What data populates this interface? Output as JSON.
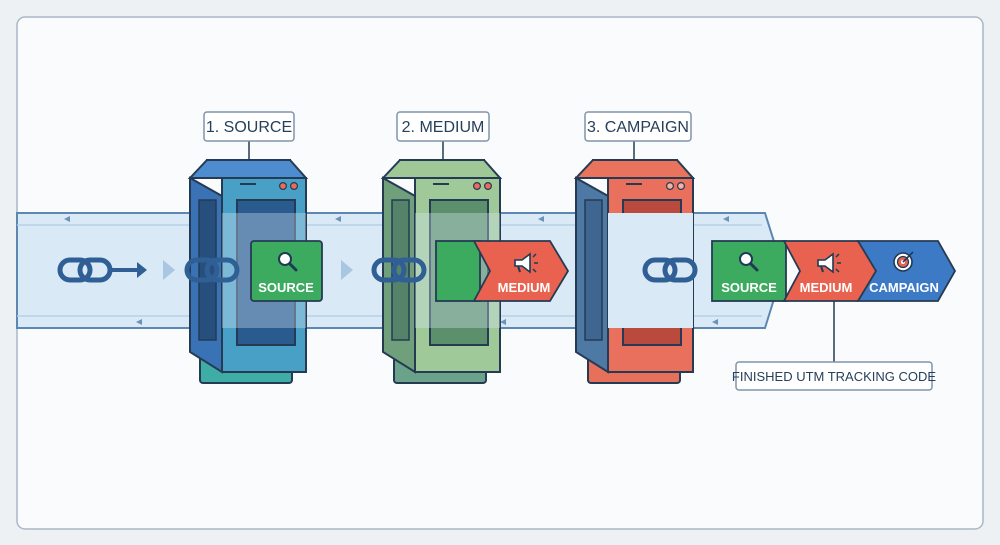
{
  "stages": [
    {
      "label": "1. SOURCE",
      "color": "#3f7cc2",
      "chip_label": "SOURCE"
    },
    {
      "label": "2. MEDIUM",
      "color": "#7fb287",
      "chip_label": "MEDIUM"
    },
    {
      "label": "3. CAMPAIGN",
      "color": "#e4725f",
      "chip_label": ""
    }
  ],
  "output": {
    "segments": [
      "SOURCE",
      "MEDIUM",
      "CAMPAIGN"
    ],
    "label": "FINISHED UTM TRACKING CODE"
  },
  "icons": {
    "link": "link-icon",
    "source": "magnifier-icon",
    "medium": "megaphone-icon",
    "campaign": "target-icon"
  },
  "colors": {
    "pipe": "#d9e9f6",
    "pipe_stroke": "#5c87b3",
    "outline": "#253b54",
    "source_green": "#3cab5f",
    "medium_red": "#e9624f",
    "campaign_blue": "#3d7ac6"
  }
}
